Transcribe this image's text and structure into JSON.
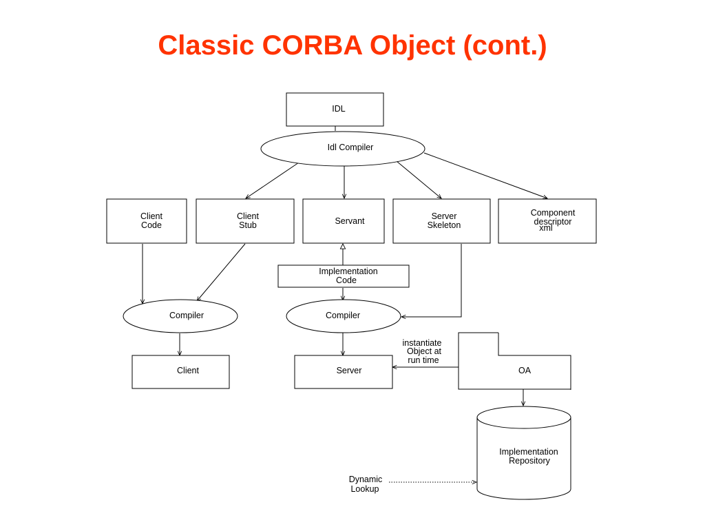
{
  "title": "Classic CORBA Object (cont.)",
  "nodes": {
    "idl": "IDL",
    "idl_compiler": "Idl Compiler",
    "client_code": [
      "Client",
      "Code"
    ],
    "client_stub": [
      "Client",
      "Stub"
    ],
    "servant": "Servant",
    "server_skeleton": [
      "Server",
      "Skeleton"
    ],
    "component_descriptor": [
      "Component",
      "descriptor",
      "xml"
    ],
    "implementation_code": [
      "Implementation",
      "Code"
    ],
    "compiler_left": "Compiler",
    "compiler_right": "Compiler",
    "client": "Client",
    "server": "Server",
    "oa": "OA",
    "implementation_repository": [
      "Implementation",
      "Repository"
    ]
  },
  "labels": {
    "instantiate": [
      "instantiate",
      "Object at",
      "run time"
    ],
    "dynamic_lookup": [
      "Dynamic",
      "Lookup"
    ]
  }
}
